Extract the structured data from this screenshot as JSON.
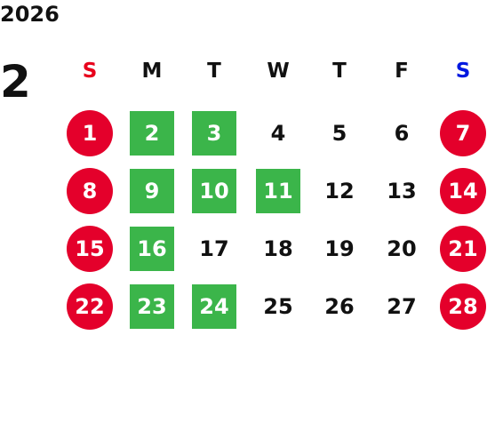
{
  "calendar": {
    "year": "2026",
    "month": "2",
    "weekdays": [
      {
        "label": "S",
        "color": "#e8001c"
      },
      {
        "label": "M",
        "color": "#111111"
      },
      {
        "label": "T",
        "color": "#111111"
      },
      {
        "label": "W",
        "color": "#111111"
      },
      {
        "label": "T",
        "color": "#111111"
      },
      {
        "label": "F",
        "color": "#111111"
      },
      {
        "label": "S",
        "color": "#0018e0"
      }
    ],
    "colors": {
      "red_circle": "#e4002b",
      "green_square": "#3bb54a",
      "day_text": "#111111",
      "marked_day_text": "#ffffff"
    },
    "weeks": [
      [
        {
          "day": "1",
          "mark": "red-circle"
        },
        {
          "day": "2",
          "mark": "green-square"
        },
        {
          "day": "3",
          "mark": "green-square"
        },
        {
          "day": "4",
          "mark": "none"
        },
        {
          "day": "5",
          "mark": "none"
        },
        {
          "day": "6",
          "mark": "none"
        },
        {
          "day": "7",
          "mark": "red-circle"
        }
      ],
      [
        {
          "day": "8",
          "mark": "red-circle"
        },
        {
          "day": "9",
          "mark": "green-square"
        },
        {
          "day": "10",
          "mark": "green-square"
        },
        {
          "day": "11",
          "mark": "green-square"
        },
        {
          "day": "12",
          "mark": "none"
        },
        {
          "day": "13",
          "mark": "none"
        },
        {
          "day": "14",
          "mark": "red-circle"
        }
      ],
      [
        {
          "day": "15",
          "mark": "red-circle"
        },
        {
          "day": "16",
          "mark": "green-square"
        },
        {
          "day": "17",
          "mark": "none"
        },
        {
          "day": "18",
          "mark": "none"
        },
        {
          "day": "19",
          "mark": "none"
        },
        {
          "day": "20",
          "mark": "none"
        },
        {
          "day": "21",
          "mark": "red-circle"
        }
      ],
      [
        {
          "day": "22",
          "mark": "red-circle"
        },
        {
          "day": "23",
          "mark": "green-square"
        },
        {
          "day": "24",
          "mark": "green-square"
        },
        {
          "day": "25",
          "mark": "none"
        },
        {
          "day": "26",
          "mark": "none"
        },
        {
          "day": "27",
          "mark": "none"
        },
        {
          "day": "28",
          "mark": "red-circle"
        }
      ]
    ]
  }
}
